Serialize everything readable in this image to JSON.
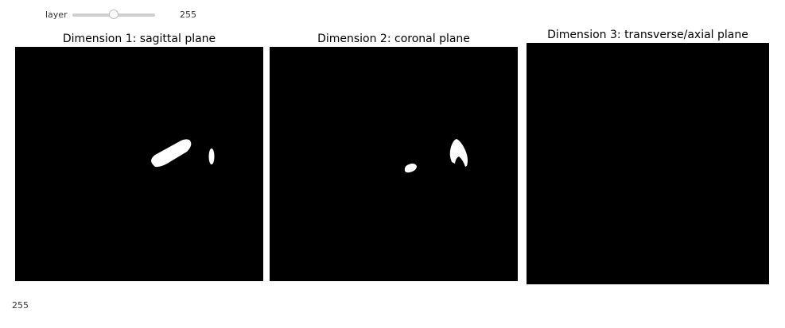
{
  "slider": {
    "label": "layer",
    "value": "255"
  },
  "panels": [
    {
      "title": "Dimension 1: sagittal plane"
    },
    {
      "title": "Dimension 2: coronal plane"
    },
    {
      "title": "Dimension 3: transverse/axial plane"
    }
  ],
  "output": {
    "value": "255"
  },
  "colors": {
    "image_background": "#000000",
    "mask": "#ffffff"
  }
}
